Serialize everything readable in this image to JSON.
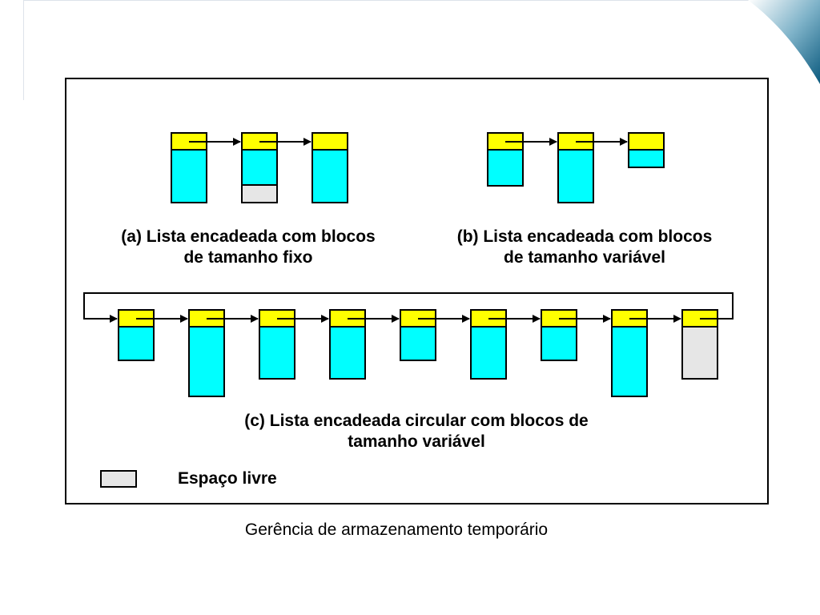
{
  "diagram": {
    "caption_a": [
      "(a) Lista encadeada com blocos",
      "de tamanho fixo"
    ],
    "caption_b": [
      "(b) Lista encadeada com blocos",
      "de tamanho variável"
    ],
    "caption_c": [
      "(c) Lista encadeada circular com blocos de",
      "tamanho variável"
    ],
    "legend_label": "Espaço livre"
  },
  "slide_caption": "Gerência de armazenamento temporário",
  "colors": {
    "header": "#ffff00",
    "data": "#00ffff",
    "free": "#e6e6e6",
    "border": "#000000"
  }
}
